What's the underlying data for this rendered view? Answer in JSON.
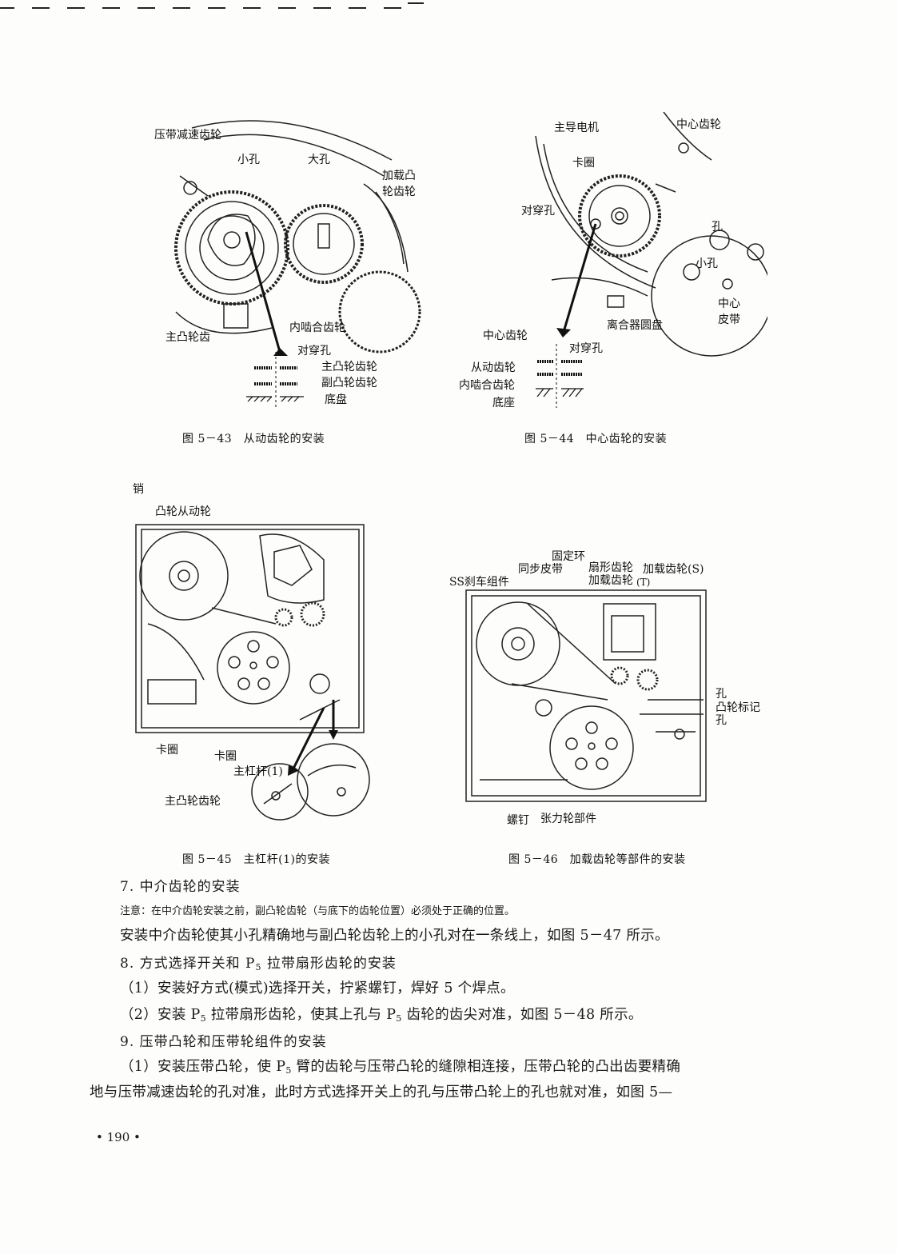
{
  "figures": {
    "fig43": {
      "caption": "图 5－43　从动齿轮的安装",
      "labels": {
        "pressure_reduction_gear": "压带减速齿轮",
        "small_hole": "小孔",
        "big_hole": "大孔",
        "loading_cam_gear_1": "加载凸",
        "loading_cam_gear_2": "轮齿轮",
        "main_cam_gear": "主凸轮齿",
        "inner_mesh_gear": "内啮合齿轮",
        "through_hole": "对穿孔",
        "main_cam_gear_layer": "主凸轮齿轮",
        "sub_cam_gear_layer": "副凸轮齿轮",
        "chassis": "底盘"
      }
    },
    "fig44": {
      "caption": "图 5－44　中心齿轮的安装",
      "labels": {
        "capstan_motor": "主导电机",
        "center_gear_top": "中心齿轮",
        "clip": "卡圈",
        "through_hole_left": "对穿孔",
        "hole": "孔",
        "small_hole": "小孔",
        "center_belt_1": "中心",
        "center_belt_2": "皮带",
        "clutch_disc": "离合器圆盘",
        "center_gear_mid": "中心齿轮",
        "through_hole_right": "对穿孔",
        "driven_gear": "从动齿轮",
        "inner_mesh_gear": "内啮合齿轮",
        "base": "底座"
      }
    },
    "fig45": {
      "caption": "图 5－45　主杠杆(1)的安装",
      "labels": {
        "pin": "销",
        "cam_driven_gear": "凸轮从动轮",
        "clip_left": "卡圈",
        "clip_mid": "卡圈",
        "main_lever": "主杠杆(1)",
        "main_cam_gear": "主凸轮齿轮"
      }
    },
    "fig46": {
      "caption": "图 5－46　加载齿轮等部件的安装",
      "labels": {
        "fixed_ring": "固定环",
        "sync_belt": "同步皮带",
        "ss_brake": "SS刹车组件",
        "sector_gear": "扇形齿轮",
        "loading_gear_t_1": "加载齿轮",
        "loading_gear_t_2": "(T)",
        "loading_gear_s": "加载齿轮(S)",
        "hole_1": "孔",
        "cam_mark": "凸轮标记",
        "hole_2": "孔",
        "screw": "螺钉",
        "tension_roller": "张力轮部件"
      }
    }
  },
  "text": {
    "heading7": "7. 中介齿轮的安装",
    "note7": "注意：在中介齿轮安装之前，副凸轮齿轮（与底下的齿轮位置）必须处于正确的位置。",
    "para7": "安装中介齿轮使其小孔精确地与副凸轮齿轮上的小孔对在一条线上，如图 5－47 所示。",
    "heading8_a": "8. 方式选择开关和 P",
    "heading8_sub": "5",
    "heading8_b": " 拉带扇形齿轮的安装",
    "para8_1": "（1）安装好方式(模式)选择开关，拧紧螺钉，焊好 5 个焊点。",
    "para8_2_a": "（2）安装 P",
    "para8_2_sub1": "5",
    "para8_2_b": " 拉带扇形齿轮，使其上孔与 P",
    "para8_2_sub2": "5",
    "para8_2_c": " 齿轮的齿尖对准，如图 5－48 所示。",
    "heading9": "9. 压带凸轮和压带轮组件的安装",
    "para9_1_a": "（1）安装压带凸轮，使 P",
    "para9_1_sub": "5",
    "para9_1_b": " 臂的齿轮与压带凸轮的缝隙相连接，压带凸轮的凸出齿要精确",
    "para9_2": "地与压带减速齿轮的孔对准，此时方式选择开关上的孔与压带凸轮上的孔也就对准，如图 5—",
    "page_number": "• 190 •"
  }
}
